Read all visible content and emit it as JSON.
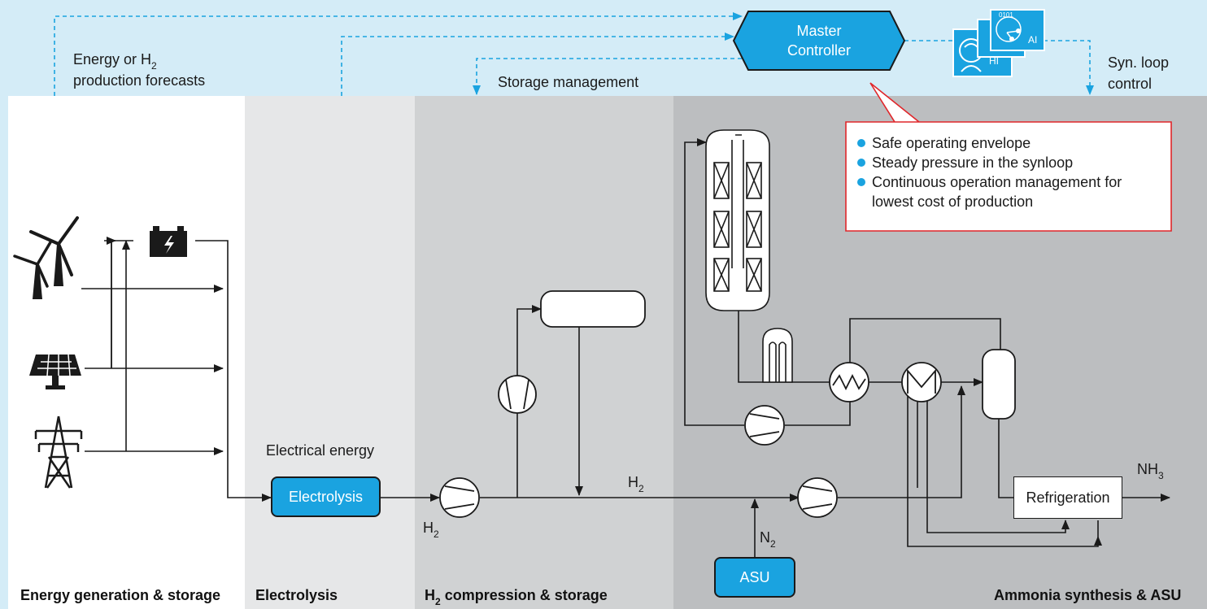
{
  "top_labels": {
    "forecasts_line1": "Energy or H",
    "forecasts_line1_sub": "2",
    "forecasts_line2": "production forecasts",
    "storage_management": "Storage management",
    "synloop_line1": "Syn. loop",
    "synloop_line2": "control"
  },
  "master_controller": {
    "line1": "Master",
    "line2": "Controller"
  },
  "ai_icons": {
    "hi": "HI",
    "ai": "AI",
    "binary": "0101"
  },
  "callout": {
    "items": [
      "Safe operating envelope",
      "Steady pressure in the synloop",
      "Continuous operation management for",
      "lowest cost of production"
    ]
  },
  "process": {
    "electrical_energy": "Electrical energy",
    "electrolysis_box": "Electrolysis",
    "h2_out": "H",
    "h2_out_sub": "2",
    "h2_main": "H",
    "h2_main_sub": "2",
    "n2": "N",
    "n2_sub": "2",
    "asu_box": "ASU",
    "refrigeration_box": "Refrigeration",
    "nh3": "NH",
    "nh3_sub": "3"
  },
  "sections": {
    "energy": "Energy generation & storage",
    "electrolysis": "Electrolysis",
    "compression_prefix": "H",
    "compression_sub": "2",
    "compression_rest": " compression & storage",
    "ammonia": "Ammonia synthesis & ASU"
  },
  "icons": [
    "wind-turbine-icon",
    "solar-panel-icon",
    "power-pylon-icon",
    "battery-icon",
    "compressor-icon",
    "heat-exchanger-icon",
    "reactor-icon",
    "storage-tank-icon",
    "separator-icon",
    "human-intelligence-icon",
    "artificial-intelligence-icon"
  ],
  "colors": {
    "background": "#d4ecf7",
    "accent_blue": "#1aa3e0",
    "callout_border": "#e0262a",
    "zone_energy": "#ffffff",
    "zone_electrolysis": "#e6e7e8",
    "zone_compression": "#d0d2d3",
    "zone_ammonia": "#bcbec0"
  }
}
